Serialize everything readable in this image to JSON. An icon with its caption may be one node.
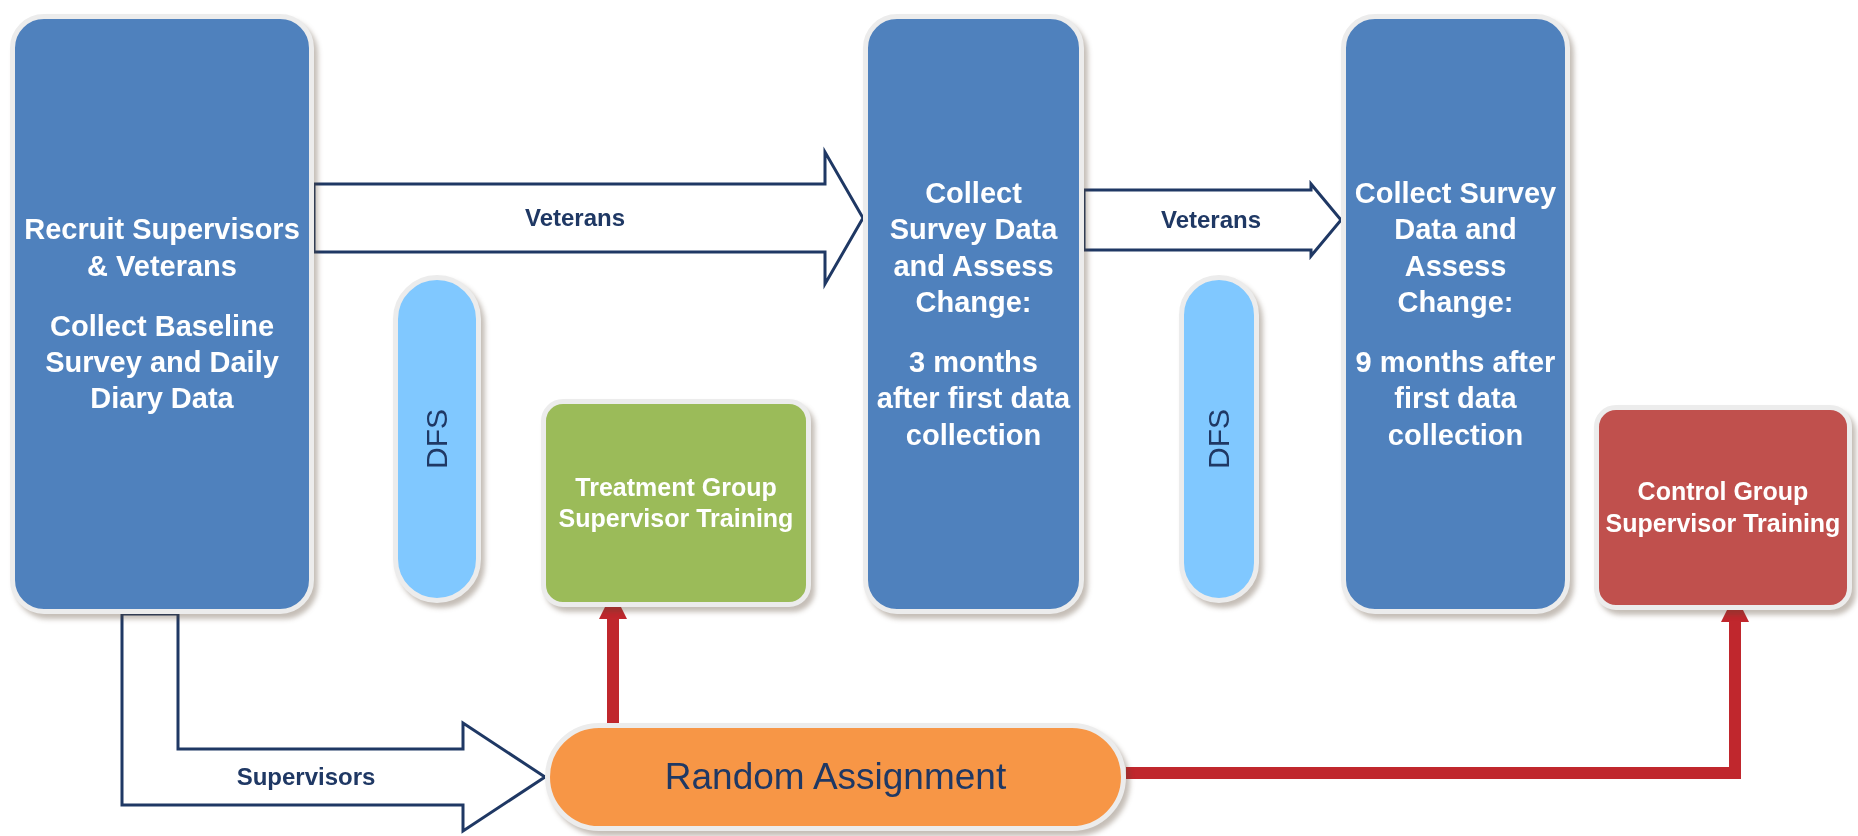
{
  "diagram": {
    "nodes": [
      {
        "text": [
          "Recruit Supervisors & Veterans",
          "Collect Baseline Survey and Daily Diary Data"
        ]
      },
      {
        "text": [
          "DFS"
        ]
      },
      {
        "text": [
          "Treatment Group Supervisor Training"
        ]
      },
      {
        "text": [
          "Collect Survey Data and Assess Change:",
          "3 months after first data collection"
        ]
      },
      {
        "text": [
          "DFS"
        ]
      },
      {
        "text": [
          "Collect Survey Data and Assess Change:",
          "9 months after first data collection"
        ]
      },
      {
        "text": [
          "Control Group Supervisor Training"
        ]
      },
      {
        "text": [
          "Random Assignment"
        ]
      }
    ],
    "edges": [
      {
        "from": 0,
        "to": 3,
        "arrow": "to",
        "label": "Veterans",
        "style": "thick"
      },
      {
        "from": 3,
        "to": 5,
        "arrow": "to",
        "label": "Veterans",
        "style": "thick"
      },
      {
        "from": 0,
        "to": 7,
        "arrow": "to",
        "label": "Supervisors",
        "style": "thick"
      },
      {
        "from": 7,
        "to": 2,
        "arrow": "to",
        "color": "#c0272d"
      },
      {
        "from": 7,
        "to": 6,
        "arrow": "to",
        "color": "#c0272d"
      }
    ]
  }
}
